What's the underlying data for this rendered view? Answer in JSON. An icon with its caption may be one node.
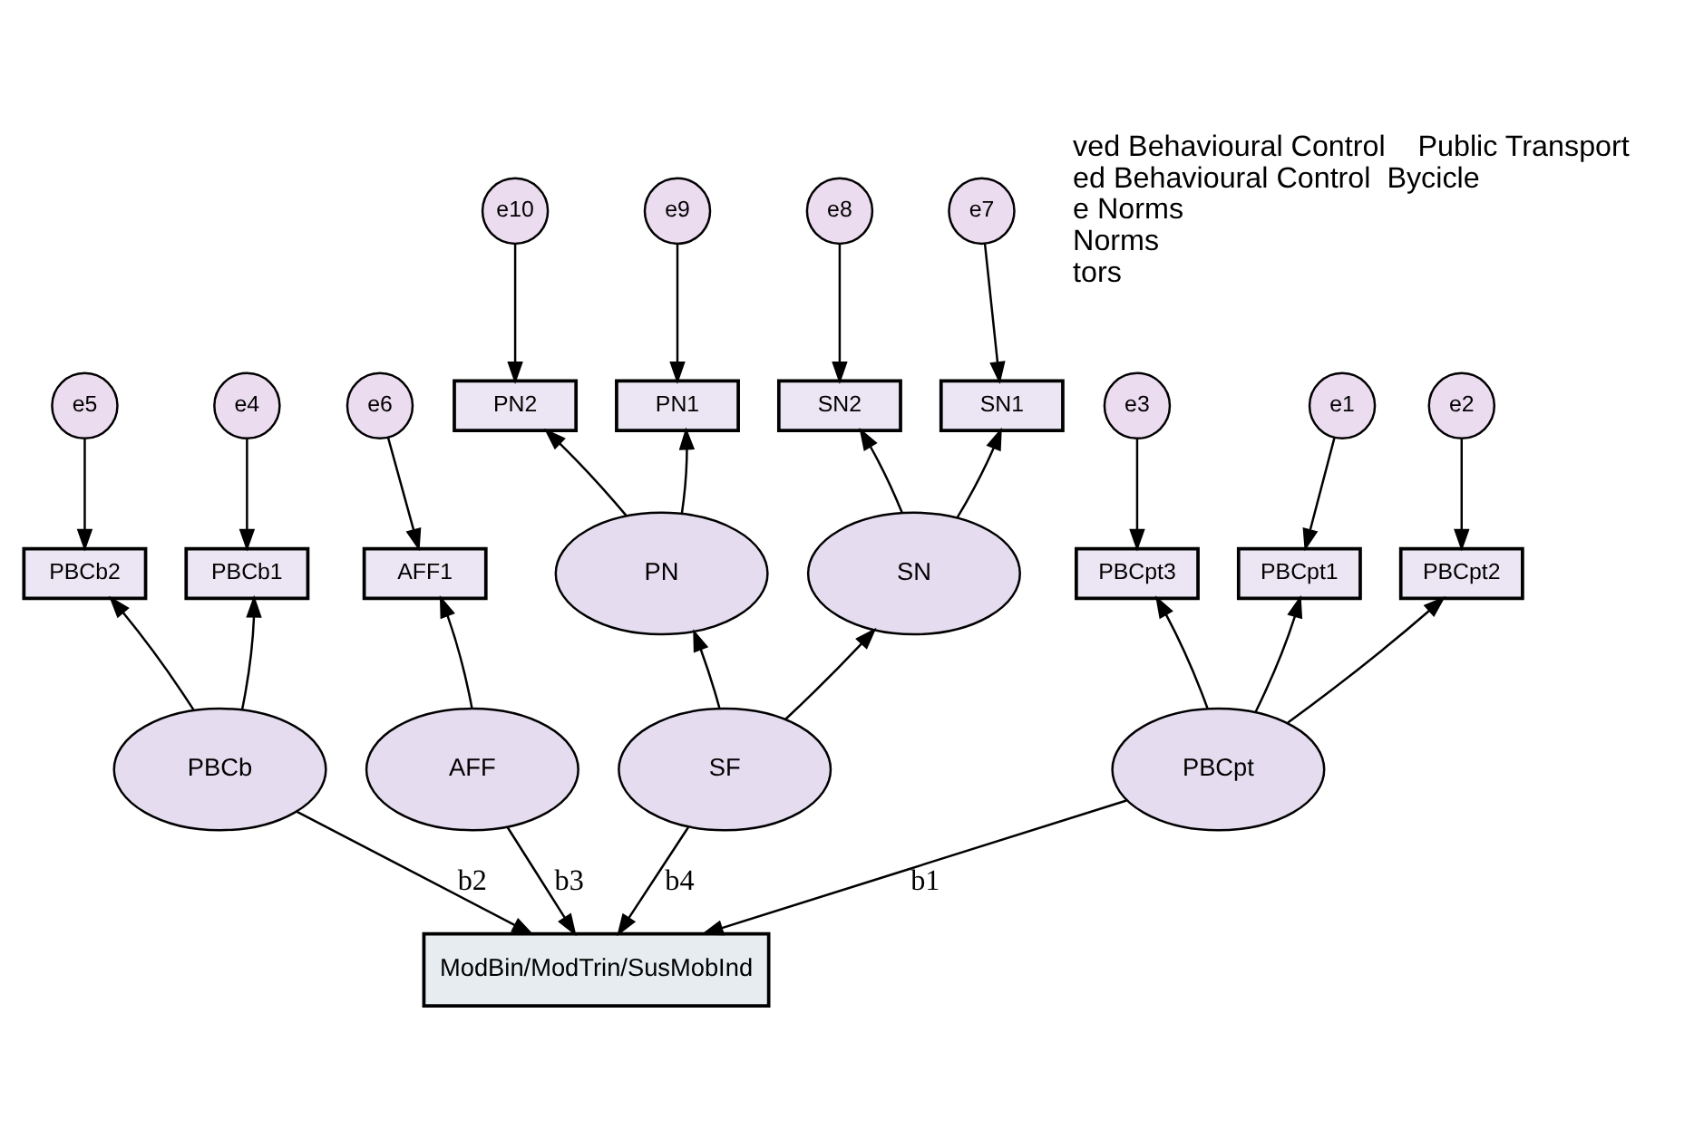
{
  "diagram": {
    "nodes": [
      {
        "text": [
          "e1"
        ]
      },
      {
        "text": [
          "e2"
        ]
      },
      {
        "text": [
          "e3"
        ]
      },
      {
        "text": [
          "e4"
        ]
      },
      {
        "text": [
          "e5"
        ]
      },
      {
        "text": [
          "e6"
        ]
      },
      {
        "text": [
          "e7"
        ]
      },
      {
        "text": [
          "e8"
        ]
      },
      {
        "text": [
          "e9"
        ]
      },
      {
        "text": [
          "e10"
        ]
      },
      {
        "text": [
          "PBCpt1"
        ]
      },
      {
        "text": [
          "PBCpt2"
        ]
      },
      {
        "text": [
          "PBCpt3"
        ]
      },
      {
        "text": [
          "PBCb1"
        ]
      },
      {
        "text": [
          "PBCb2"
        ]
      },
      {
        "text": [
          "AFF1"
        ]
      },
      {
        "text": [
          "SN1"
        ]
      },
      {
        "text": [
          "SN2"
        ]
      },
      {
        "text": [
          "PN1"
        ]
      },
      {
        "text": [
          "PN2"
        ]
      },
      {
        "text": [
          "SN"
        ]
      },
      {
        "text": [
          "PN"
        ]
      },
      {
        "text": [
          "PBCpt"
        ]
      },
      {
        "text": [
          "PBCb"
        ]
      },
      {
        "text": [
          "AFF"
        ]
      },
      {
        "text": [
          "SF"
        ]
      },
      {
        "text": [
          "ModBin/ModTrin/SusMobInd"
        ]
      }
    ],
    "edges": [
      {
        "from": 0,
        "to": 10,
        "arrow": "to"
      },
      {
        "from": 1,
        "to": 11,
        "arrow": "to"
      },
      {
        "from": 2,
        "to": 12,
        "arrow": "to"
      },
      {
        "from": 3,
        "to": 13,
        "arrow": "to"
      },
      {
        "from": 4,
        "to": 14,
        "arrow": "to"
      },
      {
        "from": 5,
        "to": 15,
        "arrow": "to"
      },
      {
        "from": 6,
        "to": 16,
        "arrow": "to"
      },
      {
        "from": 7,
        "to": 17,
        "arrow": "to"
      },
      {
        "from": 8,
        "to": 18,
        "arrow": "to"
      },
      {
        "from": 9,
        "to": 19,
        "arrow": "to"
      },
      {
        "from": 22,
        "to": 10,
        "arrow": "to"
      },
      {
        "from": 22,
        "to": 11,
        "arrow": "to"
      },
      {
        "from": 22,
        "to": 12,
        "arrow": "to"
      },
      {
        "from": 23,
        "to": 13,
        "arrow": "to"
      },
      {
        "from": 23,
        "to": 14,
        "arrow": "to"
      },
      {
        "from": 24,
        "to": 15,
        "arrow": "to"
      },
      {
        "from": 20,
        "to": 16,
        "arrow": "to"
      },
      {
        "from": 20,
        "to": 17,
        "arrow": "to"
      },
      {
        "from": 21,
        "to": 18,
        "arrow": "to"
      },
      {
        "from": 21,
        "to": 19,
        "arrow": "to"
      },
      {
        "from": 25,
        "to": 20,
        "arrow": "to"
      },
      {
        "from": 25,
        "to": 21,
        "arrow": "to"
      },
      {
        "from": 22,
        "to": 26,
        "arrow": "to",
        "label": "b1"
      },
      {
        "from": 23,
        "to": 26,
        "arrow": "to",
        "label": "b2"
      },
      {
        "from": 24,
        "to": 26,
        "arrow": "to",
        "label": "b3"
      },
      {
        "from": 25,
        "to": 26,
        "arrow": "to",
        "label": "b4"
      }
    ],
    "labels": [
      "ved Behavioural Control    Public Transport",
      "ed Behavioural Control  Bycicle",
      "e Norms",
      "Norms",
      "tors"
    ]
  }
}
